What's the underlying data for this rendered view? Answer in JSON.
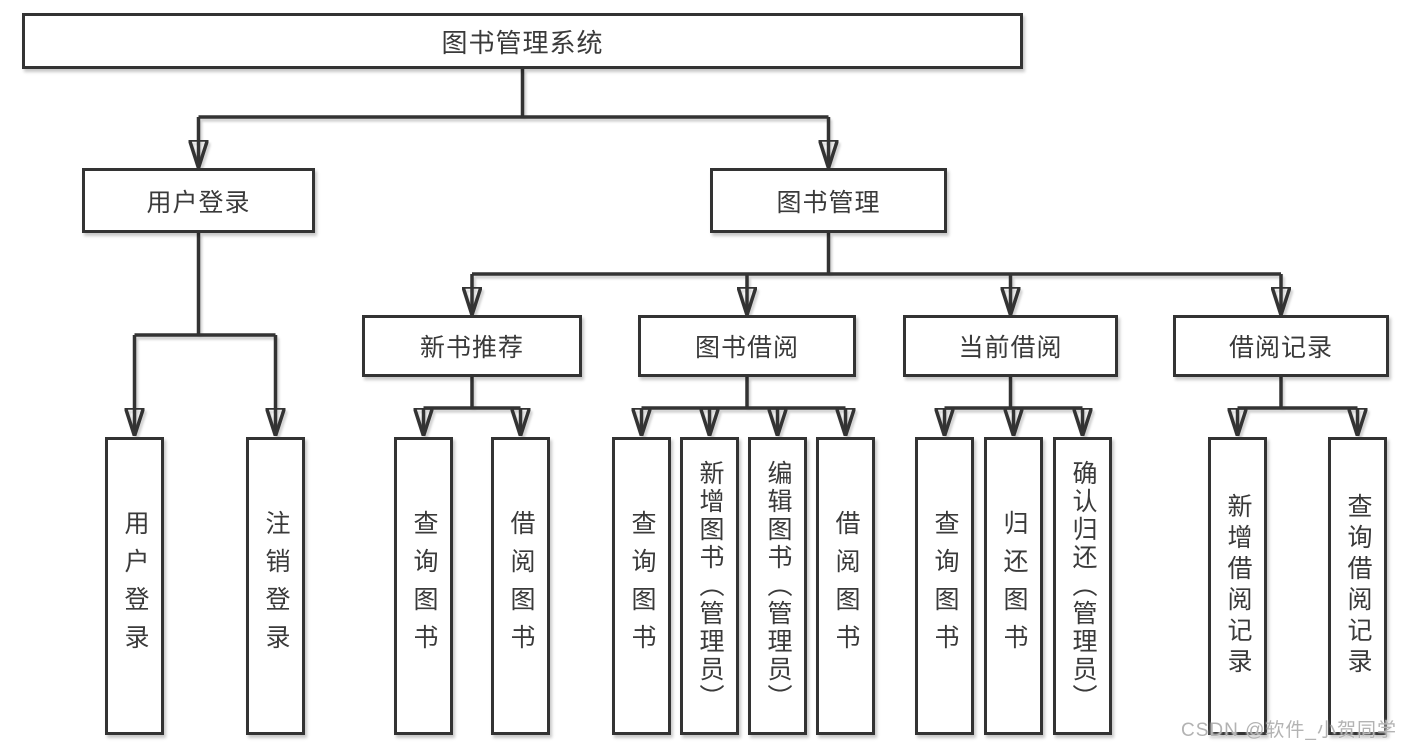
{
  "diagram": {
    "title": "图书管理系统",
    "tree": {
      "root": {
        "label": "图书管理系统",
        "children": [
          {
            "label": "用户登录",
            "children": [
              {
                "label": "用户登录"
              },
              {
                "label": "注销登录"
              }
            ]
          },
          {
            "label": "图书管理",
            "children": [
              {
                "label": "新书推荐",
                "children": [
                  {
                    "label": "查询图书"
                  },
                  {
                    "label": "借阅图书"
                  }
                ]
              },
              {
                "label": "图书借阅",
                "children": [
                  {
                    "label": "查询图书"
                  },
                  {
                    "label": "新增图书（管理员）"
                  },
                  {
                    "label": "编辑图书（管理员）"
                  },
                  {
                    "label": "借阅图书"
                  }
                ]
              },
              {
                "label": "当前借阅",
                "children": [
                  {
                    "label": "查询图书"
                  },
                  {
                    "label": "归还图书"
                  },
                  {
                    "label": "确认归还（管理员）"
                  }
                ]
              },
              {
                "label": "借阅记录",
                "children": [
                  {
                    "label": "新增借阅记录"
                  },
                  {
                    "label": "查询借阅记录"
                  }
                ]
              }
            ]
          }
        ]
      }
    },
    "colors": {
      "line": "#333333",
      "box_border": "#333333",
      "box_fill": "#ffffff",
      "text": "#3a3a3a",
      "watermark": "#b3b3b3",
      "background": "#ffffff"
    }
  },
  "watermark": {
    "text": "CSDN @软件_小贺同学"
  }
}
